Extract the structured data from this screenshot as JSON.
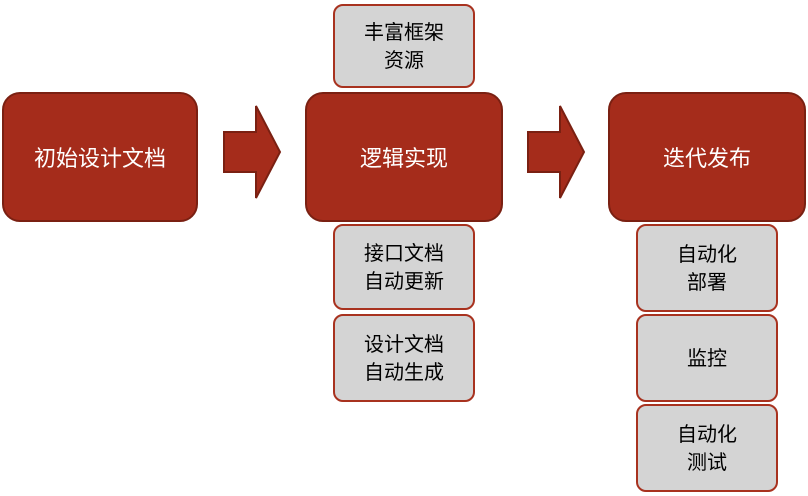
{
  "colors": {
    "main_fill": "#a52c1b",
    "main_border": "#7a2012",
    "sub_fill": "#d4d4d4",
    "sub_border": "#a8321f",
    "arrow_fill": "#a52c1b"
  },
  "stages": [
    {
      "label": "初始设计文档"
    },
    {
      "label": "逻辑实现"
    },
    {
      "label": "迭代发布"
    }
  ],
  "logic_support": {
    "top": "丰富框架\n资源",
    "bottom": [
      "接口文档\n自动更新",
      "设计文档\n自动生成"
    ]
  },
  "release_steps": [
    "自动化\n部署",
    "监控",
    "自动化\n测试"
  ]
}
